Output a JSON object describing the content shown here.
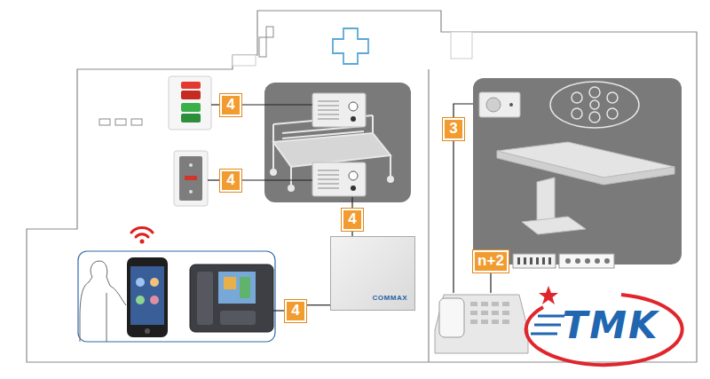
{
  "diagram": {
    "nodes": [
      {
        "text": [
          "4"
        ]
      },
      {
        "text": [
          "4"
        ]
      },
      {
        "text": [
          "4"
        ]
      },
      {
        "text": [
          "COMMAX"
        ]
      },
      {
        "text": [
          "4"
        ]
      },
      {
        "text": [
          "3"
        ]
      },
      {
        "text": [
          "n+2"
        ]
      }
    ],
    "edges": [
      {
        "from": 2,
        "to": 3,
        "arrow": "none"
      },
      {
        "from": 3,
        "to": 4,
        "arrow": "none"
      }
    ],
    "labels": [
      "TMK"
    ]
  }
}
